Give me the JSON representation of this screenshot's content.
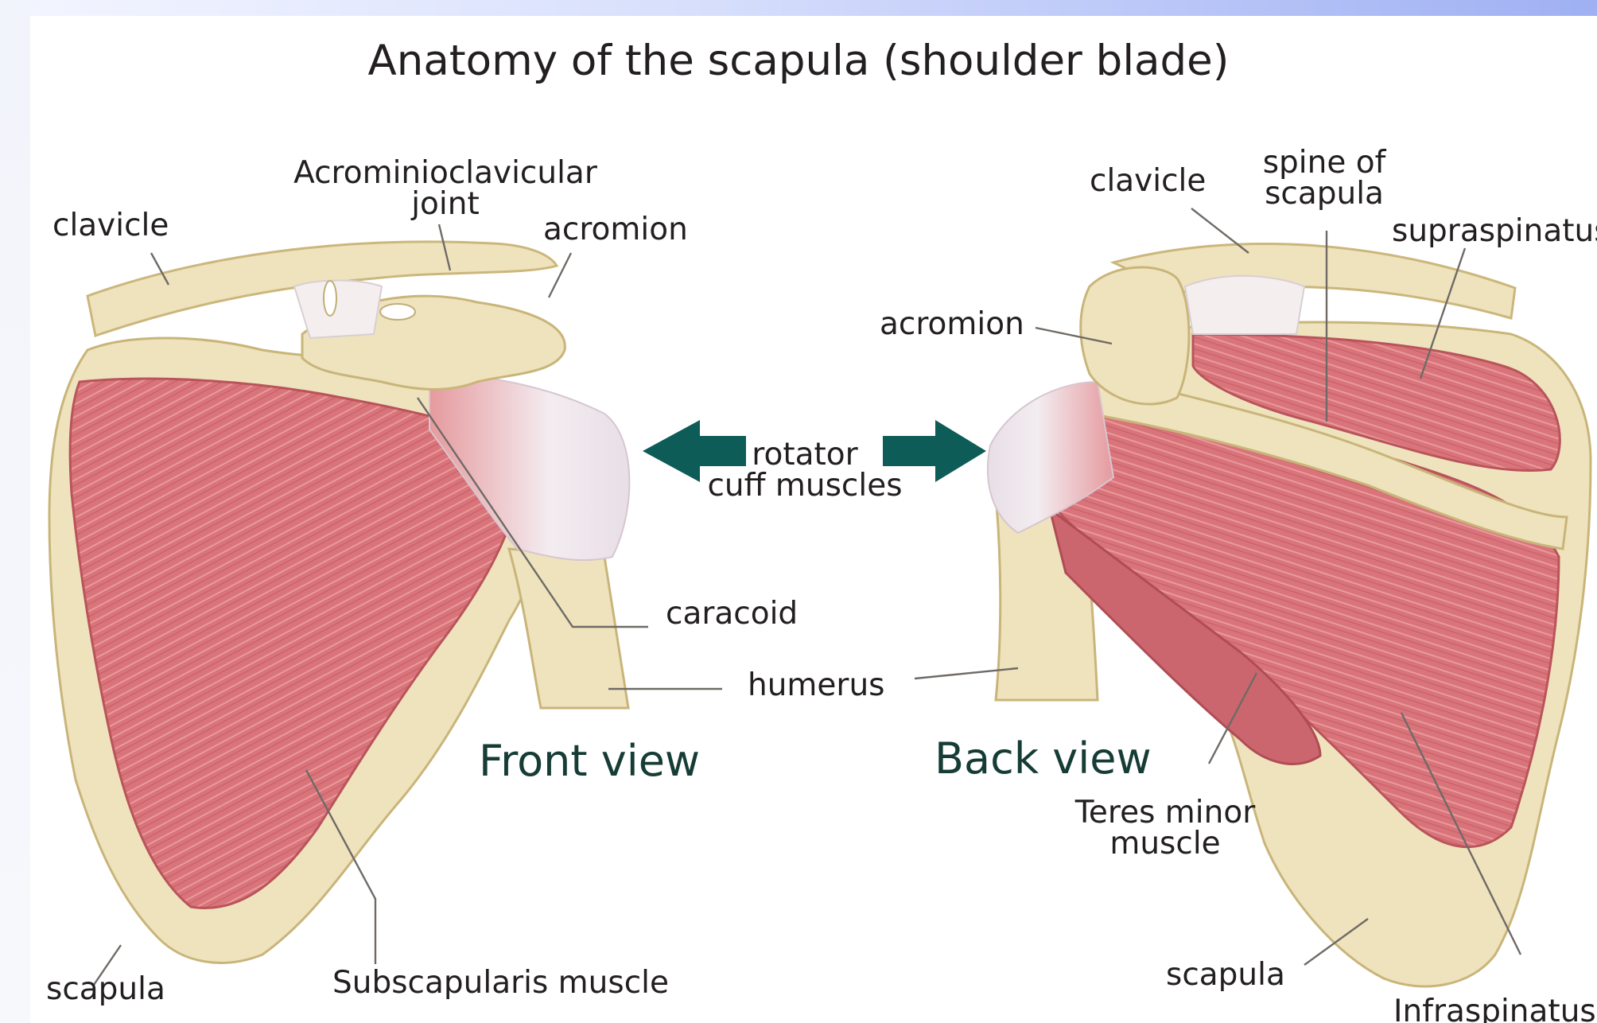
{
  "title": "Anatomy of the scapula (shoulder blade)",
  "front": {
    "clavicle": "clavicle",
    "ac_joint_line1": "Acrominioclavicular",
    "ac_joint_line2": "joint",
    "acromion": "acromion",
    "caracoid": "caracoid",
    "scapula": "scapula",
    "subscapularis": "Subscapularis muscle",
    "view_label": "Front view"
  },
  "center": {
    "rotator_line1": "rotator",
    "rotator_line2": "cuff muscles",
    "humerus": "humerus"
  },
  "back": {
    "clavicle": "clavicle",
    "spine_line1": "spine of",
    "spine_line2": "scapula",
    "supraspinatus": "supraspinatus",
    "acromion": "acromion",
    "view_label": "Back view",
    "teres_line1": "Teres minor",
    "teres_line2": "muscle",
    "scapula": "scapula",
    "infraspinatus": "Infraspinatus"
  },
  "colors": {
    "bone": "#efe3bd",
    "bone_shade": "#d7c68f",
    "muscle": "#d9747a",
    "muscle_dark": "#b9545b",
    "tendon": "#f1e9ee",
    "arrow": "#0e5c57",
    "leader": "#6f6a66"
  }
}
